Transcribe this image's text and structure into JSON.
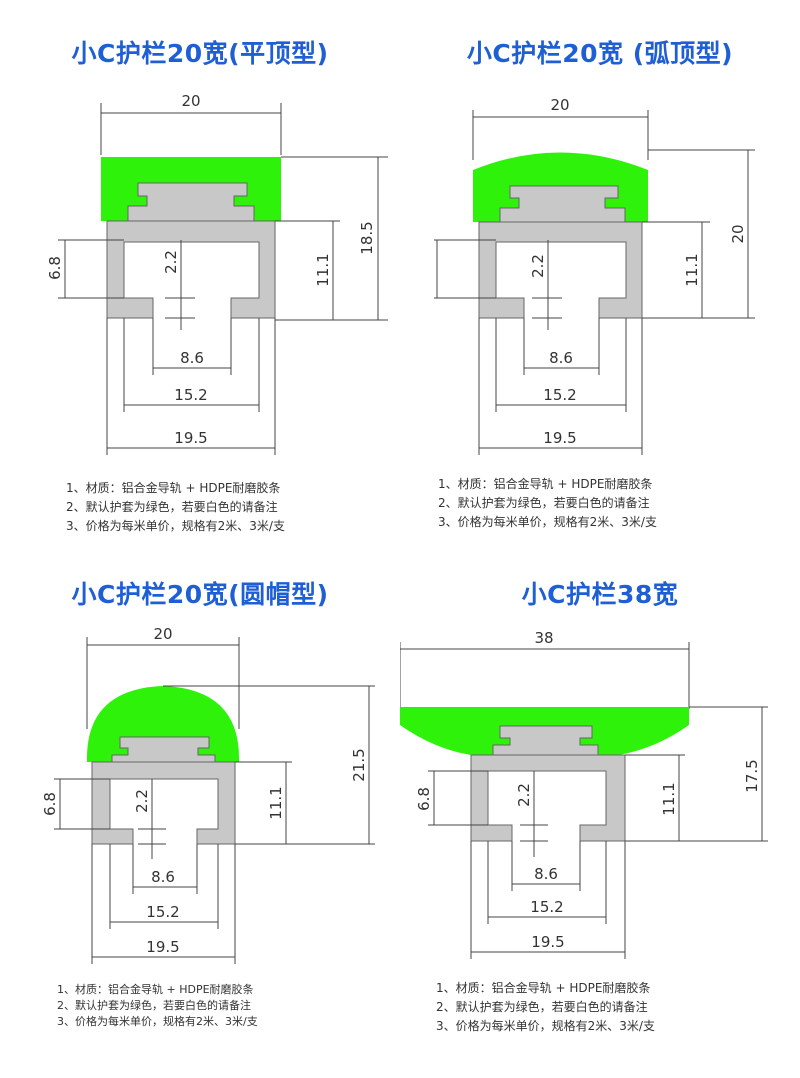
{
  "colors": {
    "title": "#1f5fd6",
    "cap_green": "#2ef20a",
    "profile_gray": "#c8c8c8",
    "dim_line": "#444444"
  },
  "panels": [
    {
      "title": "小C护栏20宽(平顶型)",
      "dims": {
        "width_top": "20",
        "height_total": "18.5",
        "groove_depth": "2.2",
        "inner_height": "6.8",
        "body_height": "11.1",
        "slot_width": "8.6",
        "inner_width": "15.2",
        "base_width": "19.5"
      },
      "notes": [
        "1、材质：铝合金导轨 + HDPE耐磨胶条",
        "2、默认护套为绿色，若要白色的请备注",
        "3、价格为每米单价，规格有2米、3米/支"
      ]
    },
    {
      "title": "小C护栏20宽 (弧顶型)",
      "dims": {
        "width_top": "20",
        "height_total": "20",
        "groove_depth": "2.2",
        "inner_height": "",
        "body_height": "11.1",
        "slot_width": "8.6",
        "inner_width": "15.2",
        "base_width": "19.5"
      },
      "notes": [
        "1、材质：铝合金导轨 + HDPE耐磨胶条",
        "2、默认护套为绿色，若要白色的请备注",
        "3、价格为每米单价，规格有2米、3米/支"
      ]
    },
    {
      "title": "小C护栏20宽(圆帽型)",
      "dims": {
        "width_top": "20",
        "height_total": "21.5",
        "groove_depth": "2.2",
        "inner_height": "6.8",
        "body_height": "11.1",
        "slot_width": "8.6",
        "inner_width": "15.2",
        "base_width": "19.5"
      },
      "notes": [
        "1、材质：铝合金导轨 + HDPE耐磨胶条",
        "2、默认护套为绿色，若要白色的请备注",
        "3、价格为每米单价，规格有2米、3米/支"
      ]
    },
    {
      "title": "小C护栏38宽",
      "dims": {
        "width_top": "38",
        "height_total": "17.5",
        "groove_depth": "2.2",
        "inner_height": "6.8",
        "body_height": "11.1",
        "slot_width": "8.6",
        "inner_width": "15.2",
        "base_width": "19.5"
      },
      "notes": [
        "1、材质：铝合金导轨 + HDPE耐磨胶条",
        "2、默认护套为绿色，若要白色的请备注",
        "3、价格为每米单价，规格有2米、3米/支"
      ]
    }
  ]
}
